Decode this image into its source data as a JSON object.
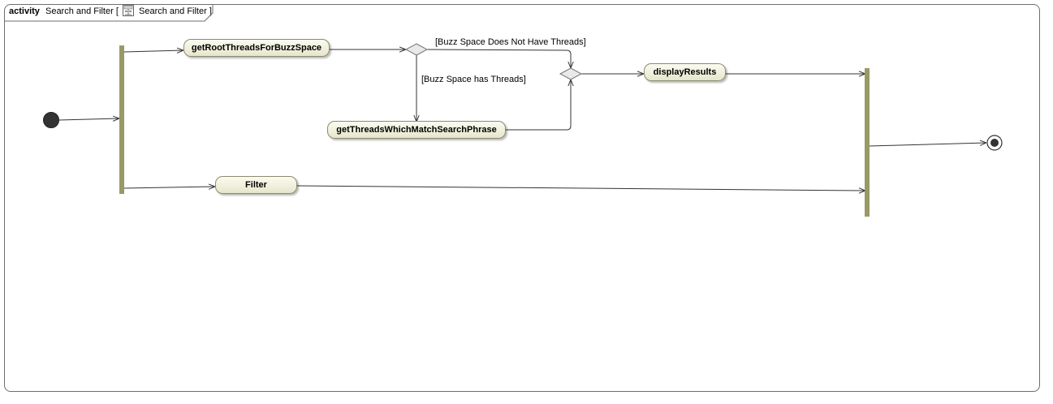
{
  "frame": {
    "keyword": "activity",
    "name": "Search and Filter",
    "bracket_open": "[",
    "diagram_name": "Search and Filter",
    "bracket_close": "]",
    "icon": "activity-diagram-icon"
  },
  "actions": {
    "get_root_threads": "getRootThreadsForBuzzSpace",
    "get_threads_match": "getThreadsWhichMatchSearchPhrase",
    "filter": "Filter",
    "display_results": "displayResults"
  },
  "guards": {
    "no_threads": "[Buzz Space Does Not Have Threads]",
    "has_threads": "[Buzz Space has Threads]"
  },
  "colors": {
    "fork_bar": "#999966",
    "action_fill": "#eeeedd",
    "line": "#333333",
    "initial_node": "#333333"
  }
}
